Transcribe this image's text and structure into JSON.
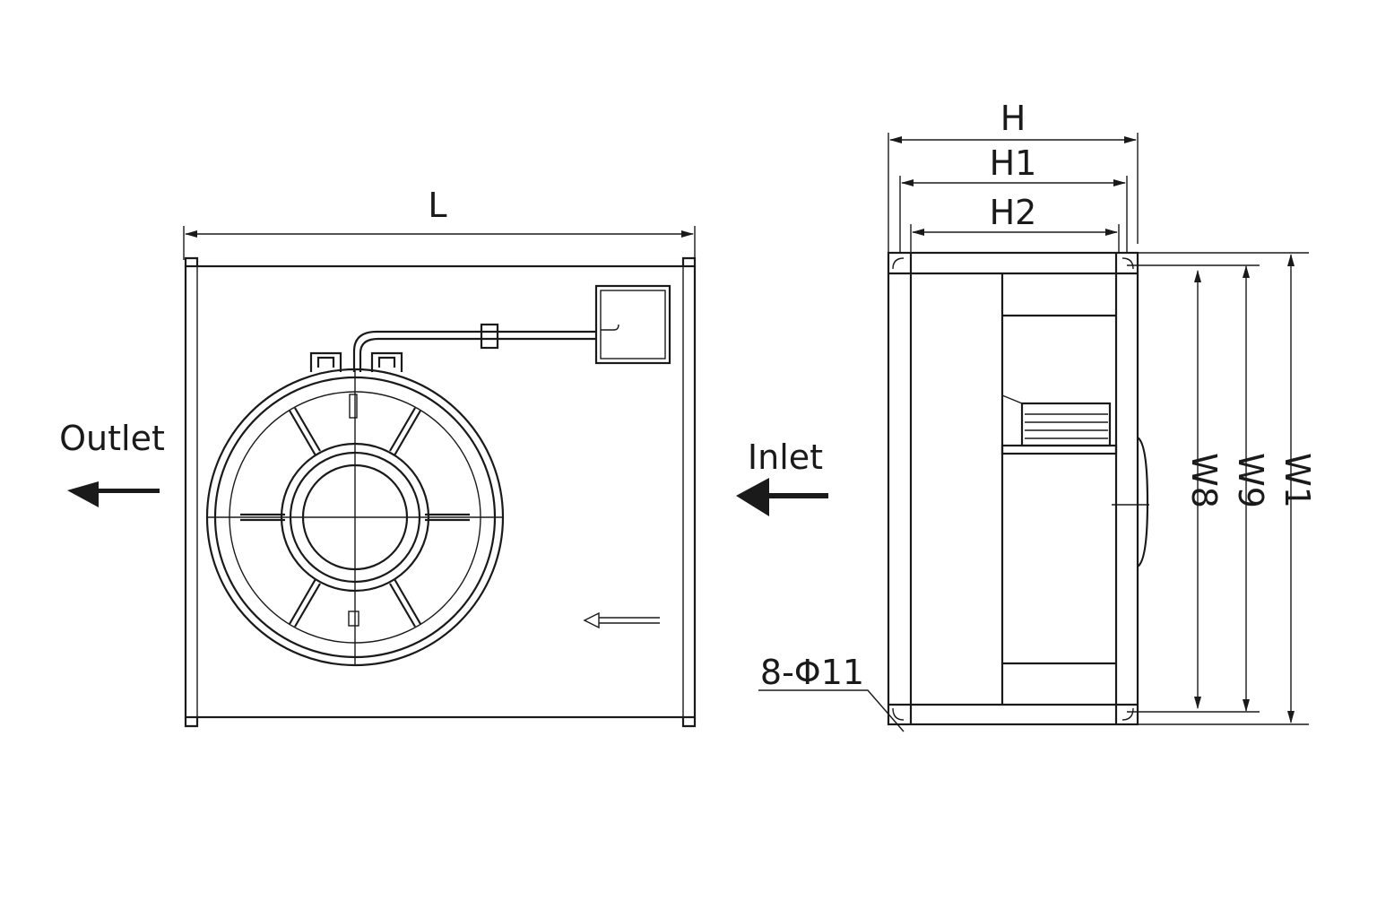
{
  "labels": {
    "length": "L",
    "outlet": "Outlet",
    "inlet": "Inlet",
    "height": "H",
    "height1": "H1",
    "height2": "H2",
    "width8": "W8",
    "width9": "W9",
    "width1": "W1",
    "holes": "8-Φ11"
  },
  "colors": {
    "line": "#1a1a1a",
    "background": "#ffffff"
  }
}
